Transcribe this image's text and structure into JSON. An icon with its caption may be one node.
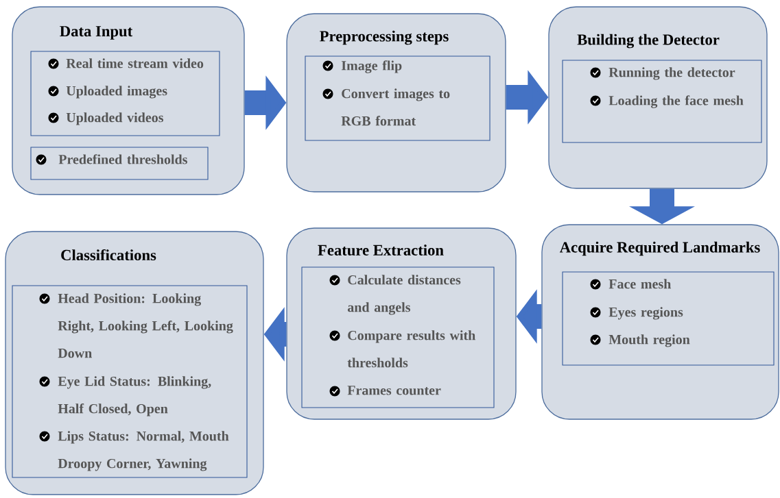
{
  "diagram": {
    "nodes": [
      {
        "text": [
          "Data Input"
        ]
      },
      {
        "text": [
          "Real time stream video",
          "Uploaded images",
          "Uploaded videos"
        ],
        "in": 0
      },
      {
        "text": [
          "Predefined thresholds"
        ],
        "in": 0
      },
      {
        "text": [
          "Preprocessing steps"
        ]
      },
      {
        "text": [
          "Image flip",
          "Convert images to RGB format"
        ],
        "in": 3
      },
      {
        "text": [
          "Building the Detector"
        ]
      },
      {
        "text": [
          "Running the detector",
          "Loading the face mesh"
        ],
        "in": 5
      },
      {
        "text": [
          "Acquire Required Landmarks"
        ]
      },
      {
        "text": [
          "Face mesh",
          "Eyes regions",
          "Mouth region"
        ],
        "in": 7
      },
      {
        "text": [
          "Feature Extraction"
        ]
      },
      {
        "text": [
          "Calculate distances and angels",
          "Compare results with thresholds",
          "Frames counter"
        ],
        "in": 9
      },
      {
        "text": [
          "Classifications"
        ]
      },
      {
        "text": [
          "Head Position: Looking Right, Looking Left, Looking Down",
          "Eye Lid Status: Blinking, Half Closed, Open",
          "Lips Status: Normal, Mouth Droopy Corner, Yawning"
        ],
        "in": 11
      }
    ],
    "edges": [
      {
        "from": 0,
        "to": 3,
        "arrow": "to"
      },
      {
        "from": 3,
        "to": 5,
        "arrow": "to"
      },
      {
        "from": 5,
        "to": 7,
        "arrow": "to"
      },
      {
        "from": 7,
        "to": 9,
        "arrow": "to"
      },
      {
        "from": 9,
        "to": 11,
        "arrow": "to"
      }
    ]
  }
}
